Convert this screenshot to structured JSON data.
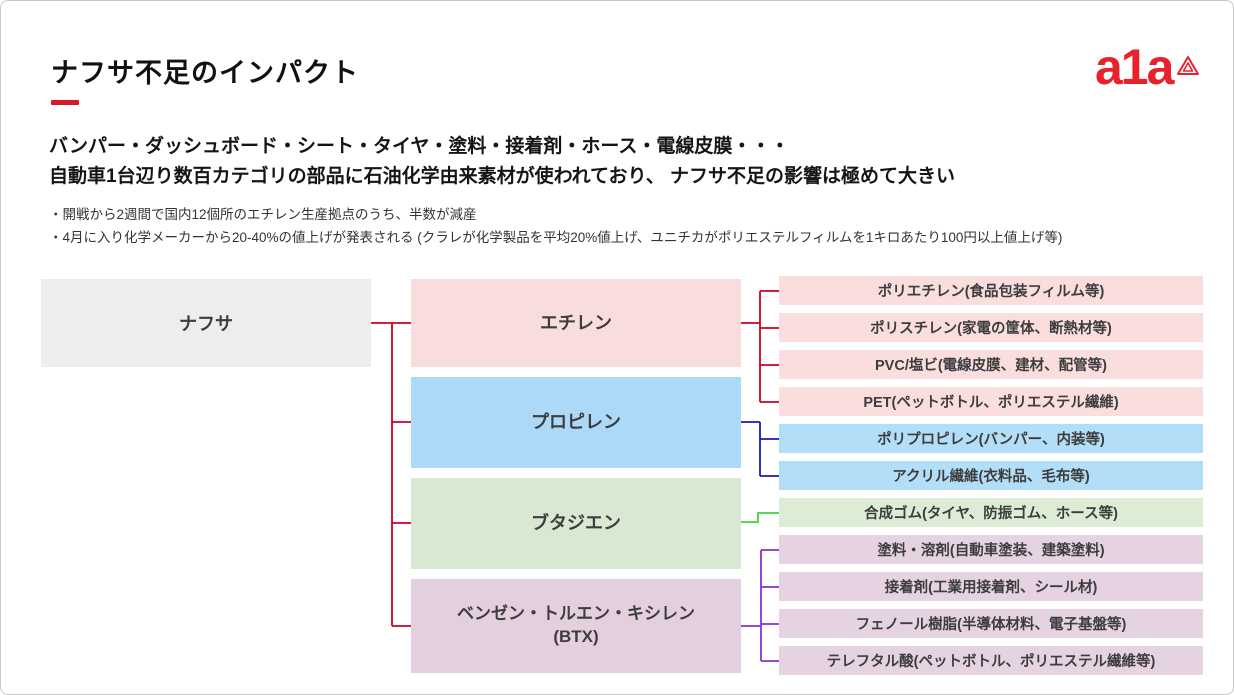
{
  "header": {
    "title": "ナフサ不足のインパクト",
    "accent_color": "#d7182a",
    "logo_text": "a1a",
    "logo_color": "#e8222d",
    "subtitle_line1": "バンパー・ダッシュボード・シート・タイヤ・塗料・接着剤・ホース・電線皮膜・・・",
    "subtitle_line2": "自動車1台辺り数百カテゴリの部品に石油化学由来素材が使われており、 ナフサ不足の影響は極めて大きい",
    "bullets": [
      "・開戦から2週間で国内12個所のエチレン生産拠点のうち、半数が減産",
      "・4月に入り化学メーカーから20-40%の値上げが発表される (クラレが化学製品を平均20%値上げ、ユニチカがポリエステルフィルムを1キロあたり100円以上値上げ等)"
    ]
  },
  "diagram": {
    "source": {
      "label": "ナフサ",
      "fill": "#ededed"
    },
    "intermediates": [
      {
        "label": "エチレン",
        "fill": "#f9dcdc"
      },
      {
        "label": "プロピレン",
        "fill": "#abd9f7"
      },
      {
        "label": "ブタジエン",
        "fill": "#d9e8d2"
      },
      {
        "label": "ベンゼン・トルエン・キシレン",
        "sublabel": "(BTX)",
        "fill": "#e3cfde"
      }
    ],
    "products": [
      {
        "label": "ポリエチレン(食品包装フィルム等)",
        "fill": "#fadede"
      },
      {
        "label": "ポリスチレン(家電の筐体、断熱材等)",
        "fill": "#fadede"
      },
      {
        "label": "PVC/塩ビ(電線皮膜、建材、配管等)",
        "fill": "#fadede"
      },
      {
        "label": "PET(ペットボトル、ポリエステル繊維)",
        "fill": "#fadede"
      },
      {
        "label": "ポリプロピレン(バンパー、内装等)",
        "fill": "#b3def7"
      },
      {
        "label": "アクリル繊維(衣料品、毛布等)",
        "fill": "#b3def7"
      },
      {
        "label": "合成ゴム(タイヤ、防振ゴム、ホース等)",
        "fill": "#dcecd5"
      },
      {
        "label": "塗料・溶剤(自動車塗装、建築塗料)",
        "fill": "#e6d3e1"
      },
      {
        "label": "接着剤(工業用接着剤、シール材)",
        "fill": "#e6d3e1"
      },
      {
        "label": "フェノール樹脂(半導体材料、電子基盤等)",
        "fill": "#e6d3e1"
      },
      {
        "label": "テレフタル酸(ペットボトル、ポリエステル繊維等)",
        "fill": "#e6d3e1"
      }
    ],
    "connector_colors": {
      "naphtha": "#cc0022",
      "ethylene": "#cc0022",
      "propylene": "#1a1ab8",
      "butadiene": "#3fd23f",
      "btx": "#8833cc"
    }
  }
}
